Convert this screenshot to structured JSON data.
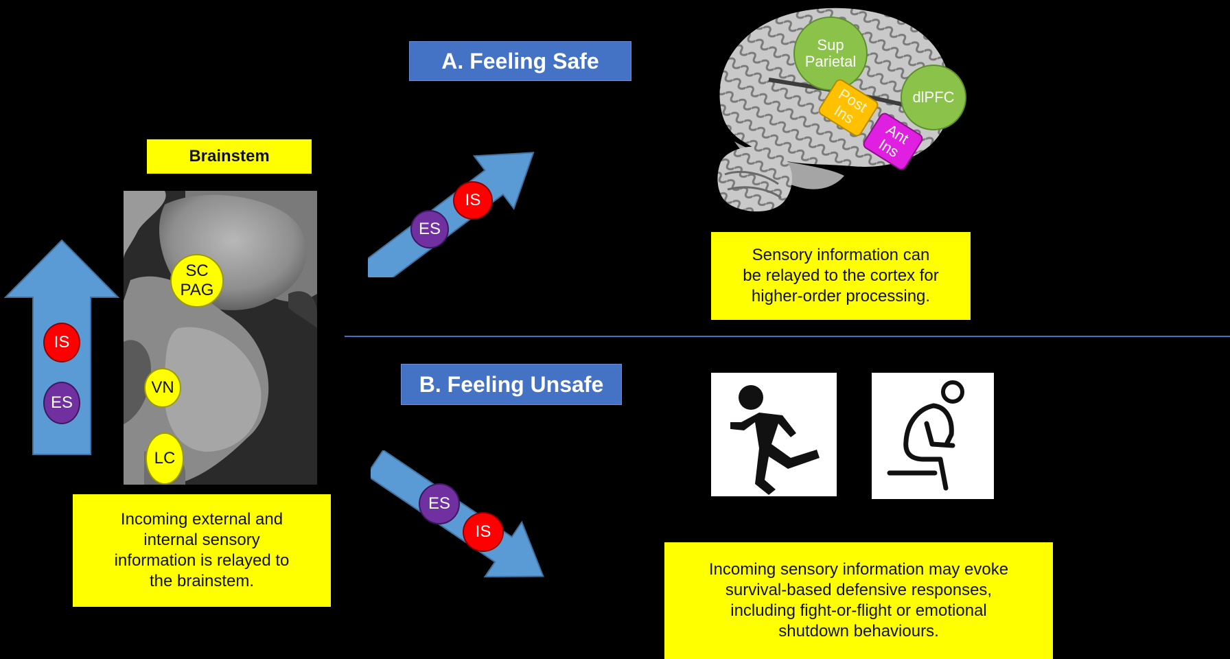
{
  "left": {
    "brainstem_label": "Brainstem",
    "nuclei": {
      "sc_pag_line1": "SC",
      "sc_pag_line2": "PAG",
      "vn": "VN",
      "lc": "LC"
    },
    "arrow_badges": {
      "is": "IS",
      "es": "ES"
    },
    "caption_lines": [
      "Incoming external and",
      "internal sensory",
      "information is relayed to",
      "the brainstem."
    ]
  },
  "section_a": {
    "title": "A. Feeling Safe",
    "arrow_badges": {
      "es": "ES",
      "is": "IS"
    },
    "regions": {
      "sup_parietal_line1": "Sup",
      "sup_parietal_line2": "Parietal",
      "dlpfc": "dlPFC",
      "post_ins_line1": "Post",
      "post_ins_line2": "Ins",
      "ant_ins_line1": "Ant",
      "ant_ins_line2": "Ins"
    },
    "caption_lines": [
      "Sensory information  can",
      "be relayed to the cortex for",
      "higher-order processing."
    ]
  },
  "section_b": {
    "title": "B. Feeling Unsafe",
    "arrow_badges": {
      "es": "ES",
      "is": "IS"
    },
    "icons": [
      "running-person-icon",
      "seated-person-icon"
    ],
    "caption_lines": [
      "Incoming sensory information may evoke",
      "survival-based defensive responses,",
      "including fight-or-flight or emotional",
      "shutdown behaviours."
    ]
  },
  "colors": {
    "background": "#000000",
    "yellow": "#ffff00",
    "arrow_blue": "#5b9bd5",
    "title_blue": "#4472c4",
    "is_red": "#ff0000",
    "es_purple": "#7030a0",
    "green": "#8bc34a",
    "orange": "#ffc000",
    "magenta": "#e020e0",
    "divider": "#4472c4"
  }
}
